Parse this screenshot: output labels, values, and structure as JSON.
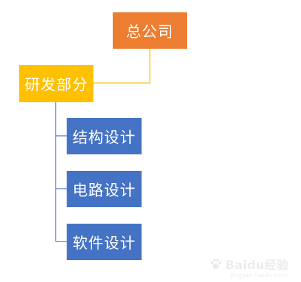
{
  "diagram": {
    "root": {
      "label": "总公司"
    },
    "branch": {
      "label": "研发部分"
    },
    "leaves": [
      {
        "label": "结构设计"
      },
      {
        "label": "电路设计"
      },
      {
        "label": "软件设计"
      }
    ]
  },
  "colors": {
    "root_fill": "#ed7d31",
    "branch_fill": "#ffc000",
    "leaf_fill": "#4472c4",
    "root_connector": "#ffc000",
    "leaf_connector": "#4472c4"
  },
  "watermark": {
    "brand": "Baidu经验",
    "sub": "jingyan.baidu.com",
    "icon": "paw-icon"
  }
}
